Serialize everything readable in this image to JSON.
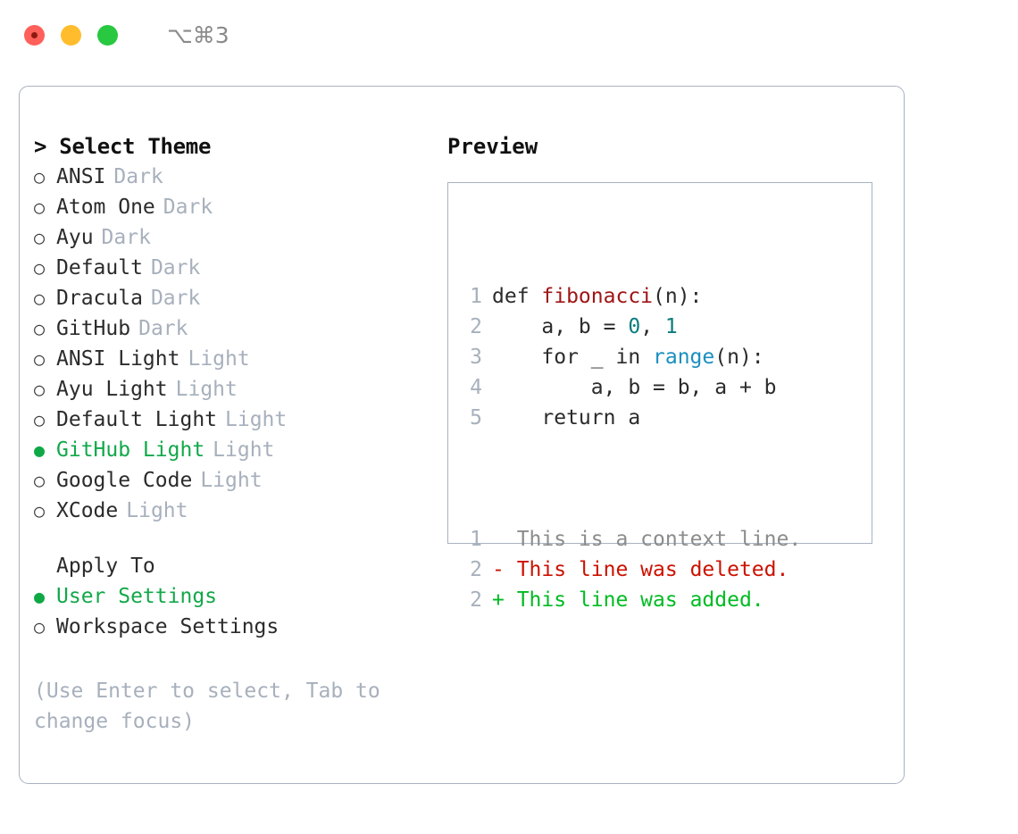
{
  "titlebar": {
    "buttons": [
      {
        "name": "close",
        "color": "#FF6059"
      },
      {
        "name": "minimize",
        "color": "#FFBD2E"
      },
      {
        "name": "zoom",
        "color": "#28C840"
      }
    ],
    "shortcut": "⌥⌘3"
  },
  "theme_panel": {
    "header": "> Select Theme",
    "options": [
      {
        "marker": "○",
        "label": "ANSI",
        "suffix": "Dark",
        "selected": false
      },
      {
        "marker": "○",
        "label": "Atom One",
        "suffix": "Dark",
        "selected": false
      },
      {
        "marker": "○",
        "label": "Ayu",
        "suffix": "Dark",
        "selected": false
      },
      {
        "marker": "○",
        "label": "Default",
        "suffix": "Dark",
        "selected": false
      },
      {
        "marker": "○",
        "label": "Dracula",
        "suffix": "Dark",
        "selected": false
      },
      {
        "marker": "○",
        "label": "GitHub",
        "suffix": "Dark",
        "selected": false
      },
      {
        "marker": "○",
        "label": "ANSI Light",
        "suffix": "Light",
        "selected": false
      },
      {
        "marker": "○",
        "label": "Ayu Light",
        "suffix": "Light",
        "selected": false
      },
      {
        "marker": "○",
        "label": "Default Light",
        "suffix": "Light",
        "selected": false
      },
      {
        "marker": "●",
        "label": "GitHub Light",
        "suffix": "Light",
        "selected": true
      },
      {
        "marker": "○",
        "label": "Google Code",
        "suffix": "Light",
        "selected": false
      },
      {
        "marker": "○",
        "label": "XCode",
        "suffix": "Light",
        "selected": false
      }
    ]
  },
  "apply_to": {
    "header": "Apply To",
    "options": [
      {
        "marker": "●",
        "label": "User Settings",
        "selected": true
      },
      {
        "marker": "○",
        "label": "Workspace Settings",
        "selected": false
      }
    ]
  },
  "hint": "(Use Enter to select, Tab to change focus)",
  "preview": {
    "title": "Preview",
    "code_lines": [
      {
        "num": "1",
        "tokens": [
          {
            "text": "def ",
            "type": "plain"
          },
          {
            "text": "fibonacci",
            "type": "func"
          },
          {
            "text": "(n):",
            "type": "plain"
          }
        ]
      },
      {
        "num": "2",
        "tokens": [
          {
            "text": "    a, b = ",
            "type": "plain"
          },
          {
            "text": "0",
            "type": "num"
          },
          {
            "text": ", ",
            "type": "plain"
          },
          {
            "text": "1",
            "type": "num"
          }
        ]
      },
      {
        "num": "3",
        "tokens": [
          {
            "text": "    for _ in ",
            "type": "plain"
          },
          {
            "text": "range",
            "type": "builtin"
          },
          {
            "text": "(n):",
            "type": "plain"
          }
        ]
      },
      {
        "num": "4",
        "tokens": [
          {
            "text": "        a, b = b, a + b",
            "type": "plain"
          }
        ]
      },
      {
        "num": "5",
        "tokens": [
          {
            "text": "    return a",
            "type": "plain"
          }
        ]
      }
    ],
    "diff_lines": [
      {
        "num": "1",
        "sign": " ",
        "text": " This is a context line.",
        "kind": "context"
      },
      {
        "num": "2",
        "sign": "-",
        "text": " This line was deleted.",
        "kind": "deleted"
      },
      {
        "num": "2",
        "sign": "+",
        "text": " This line was added.",
        "kind": "added"
      }
    ]
  },
  "colors": {
    "accent_green": "#12A84A",
    "muted": "#A7B0BC",
    "border": "#A9B2C0",
    "func_red": "#A01515",
    "number_teal": "#0B7C7C",
    "builtin_blue": "#1A8FBF",
    "diff_add": "#00BB22",
    "diff_del": "#CC1100"
  }
}
